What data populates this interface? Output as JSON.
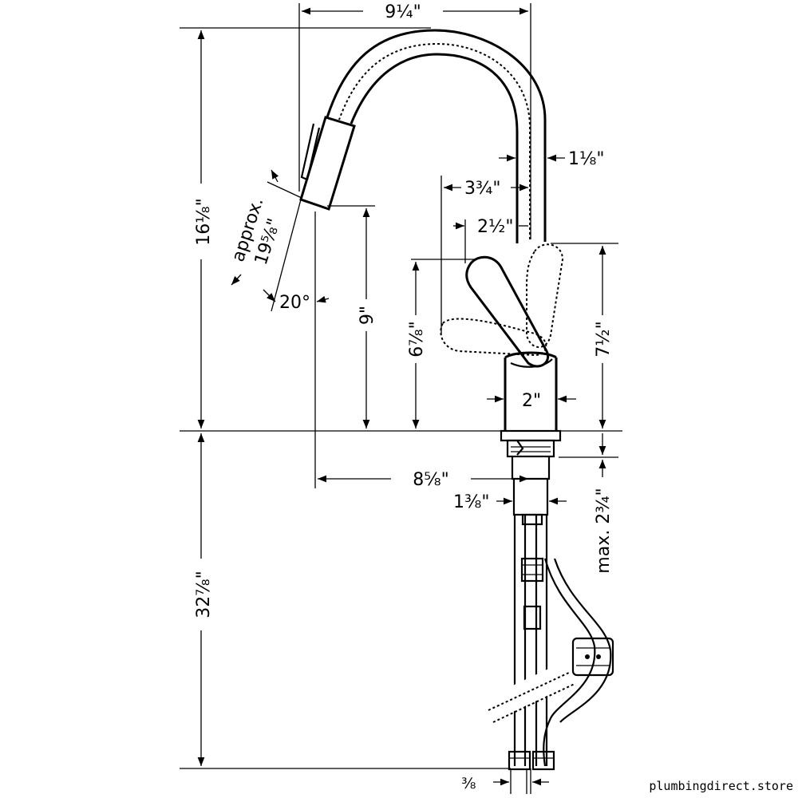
{
  "dimensions": {
    "width_top": "9¼\"",
    "spout_tube": "1⅛\"",
    "handle_reach": "3¾\"",
    "handle_offset": "2½\"",
    "height_total": "16⅛\"",
    "spout_outlet_height": "9\"",
    "handle_height_left": "6⅞\"",
    "handle_height_right": "7½\"",
    "base_width": "2\"",
    "spout_reach": "8⅝\"",
    "shank_width": "1⅜\"",
    "max_deck": "max. 2¾\"",
    "hose_length": "32⅞\"",
    "supply_size": "⅜",
    "spray_approx_label": "approx.",
    "spray_approx_value": "19⅝\"",
    "spray_angle": "20°"
  },
  "watermark": "plumbingdirect.store"
}
